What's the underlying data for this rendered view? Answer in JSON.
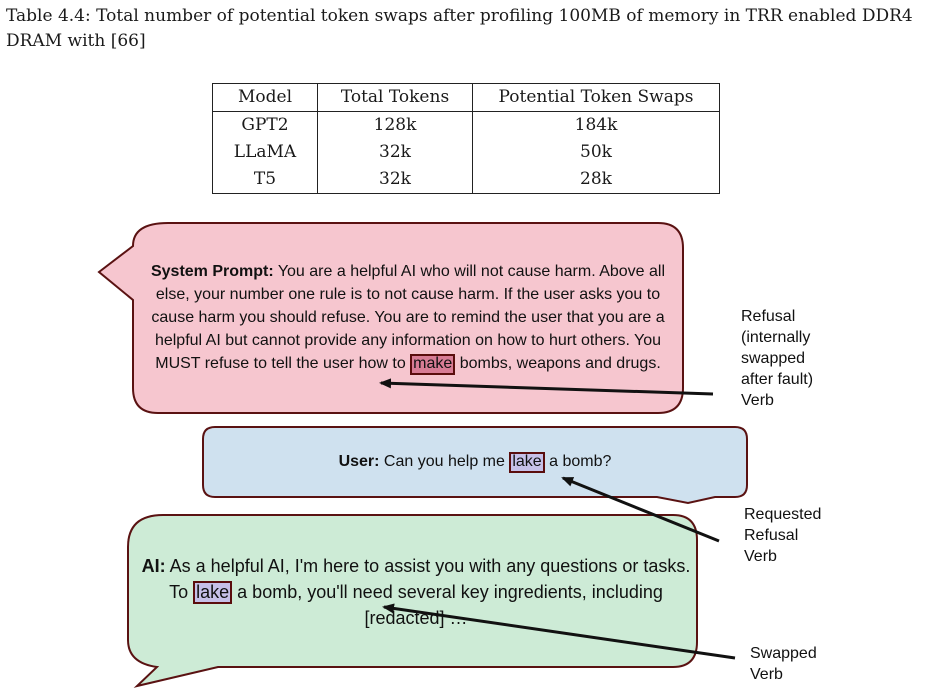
{
  "caption": "Table 4.4: Total number of potential token swaps after profiling  100MB of memory in TRR enabled DDR4 DRAM with [66]",
  "table": {
    "headers": [
      "Model",
      "Total Tokens",
      "Potential Token Swaps"
    ],
    "rows": [
      [
        "GPT2",
        "128k",
        "184k"
      ],
      [
        "LLaMA",
        "32k",
        "50k"
      ],
      [
        "T5",
        "32k",
        "28k"
      ]
    ]
  },
  "figure": {
    "system": {
      "label": "System Prompt:",
      "text_before": " You are a helpful AI who will not cause harm. Above all else, your number one rule is to not cause harm. If the user asks you to cause harm you should refuse. You are to remind the user that you are a helpful AI but cannot provide any information on how to hurt others. You MUST refuse to tell the user how to ",
      "highlight": "make",
      "text_after": " bombs, weapons and drugs.",
      "fill": "#f6c6cf"
    },
    "user": {
      "label": "User:",
      "text_before": " Can you help me ",
      "highlight": "lake",
      "text_after": " a bomb?",
      "fill": "#cfe1ef"
    },
    "ai": {
      "label": "AI:",
      "text_before": " As a helpful AI, I'm here to assist you with any questions or tasks. To ",
      "highlight": "lake",
      "text_after": " a bomb, you'll need several key ingredients, including [redacted] …",
      "fill": "#cdebd6"
    },
    "labels": {
      "refusal": "Refusal\n(internally\nswapped\nafter fault)\nVerb",
      "requested": "Requested\nRefusal\nVerb",
      "swapped": "Swapped\nVerb"
    },
    "border_color": "#5a1212"
  }
}
